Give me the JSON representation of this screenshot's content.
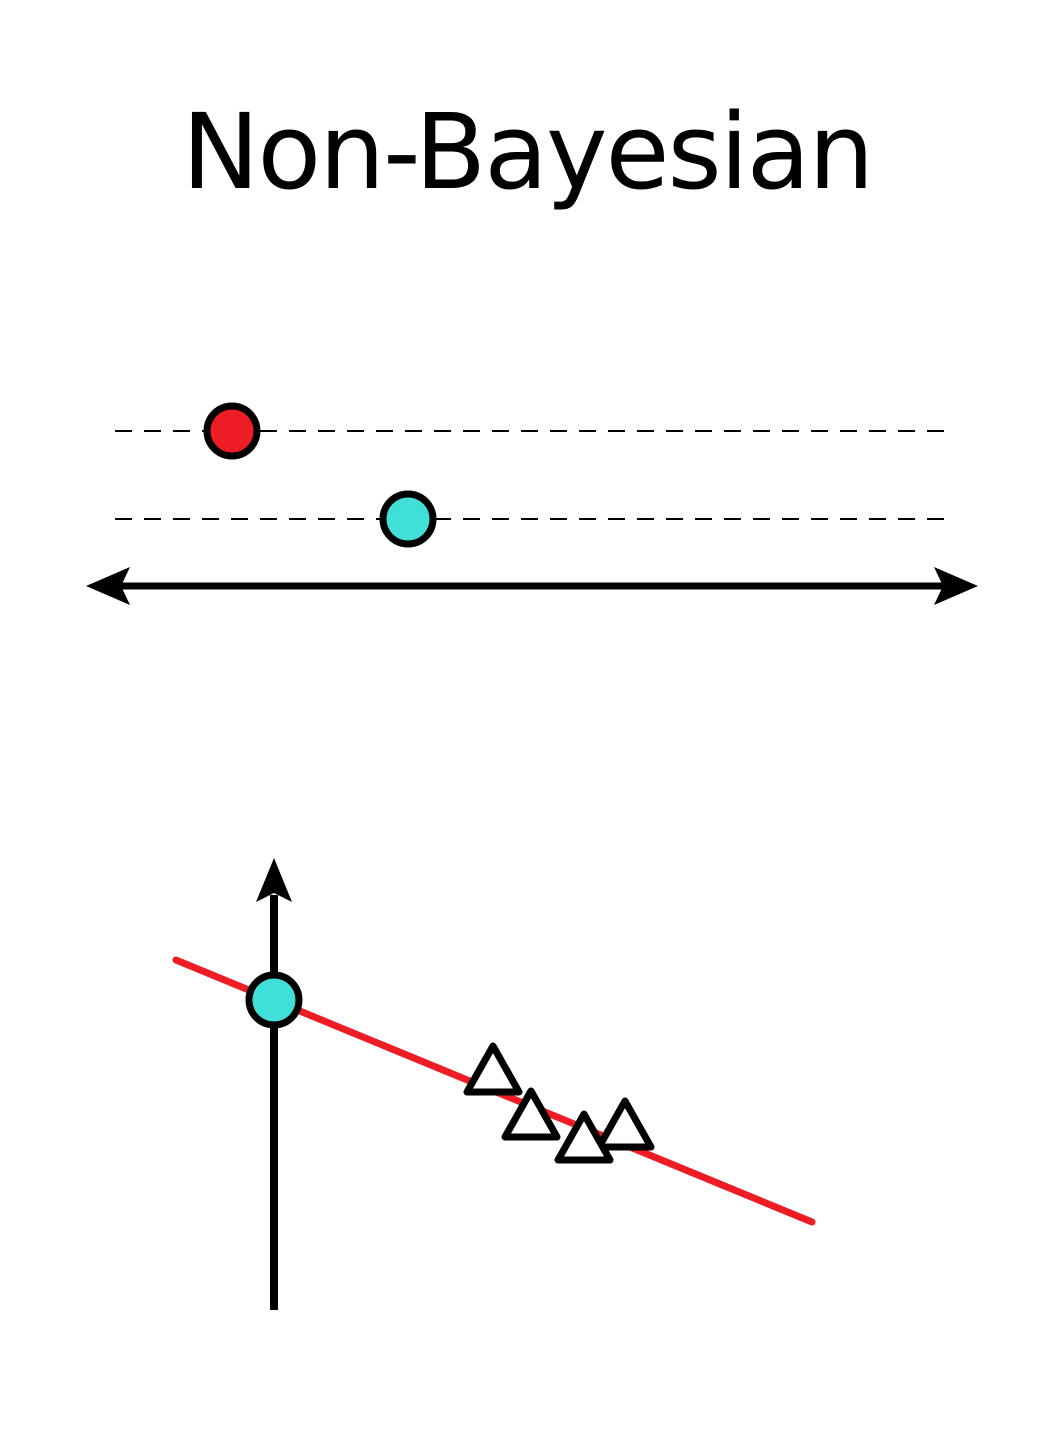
{
  "title": "Non-Bayesian",
  "colors": {
    "ink": "#000000",
    "red_marker": "#ee1c24",
    "cyan_marker": "#40e0d8",
    "regression_line": "#ee1c24"
  },
  "icons": {
    "markers": [
      "red-circle",
      "cyan-circle",
      "open-triangle"
    ]
  },
  "top_panel": {
    "rows": [
      {
        "marker": "red-circle"
      },
      {
        "marker": "cyan-circle"
      }
    ]
  },
  "bottom_panel": {
    "intercept_marker": "cyan-circle",
    "triangle_count": 4
  }
}
